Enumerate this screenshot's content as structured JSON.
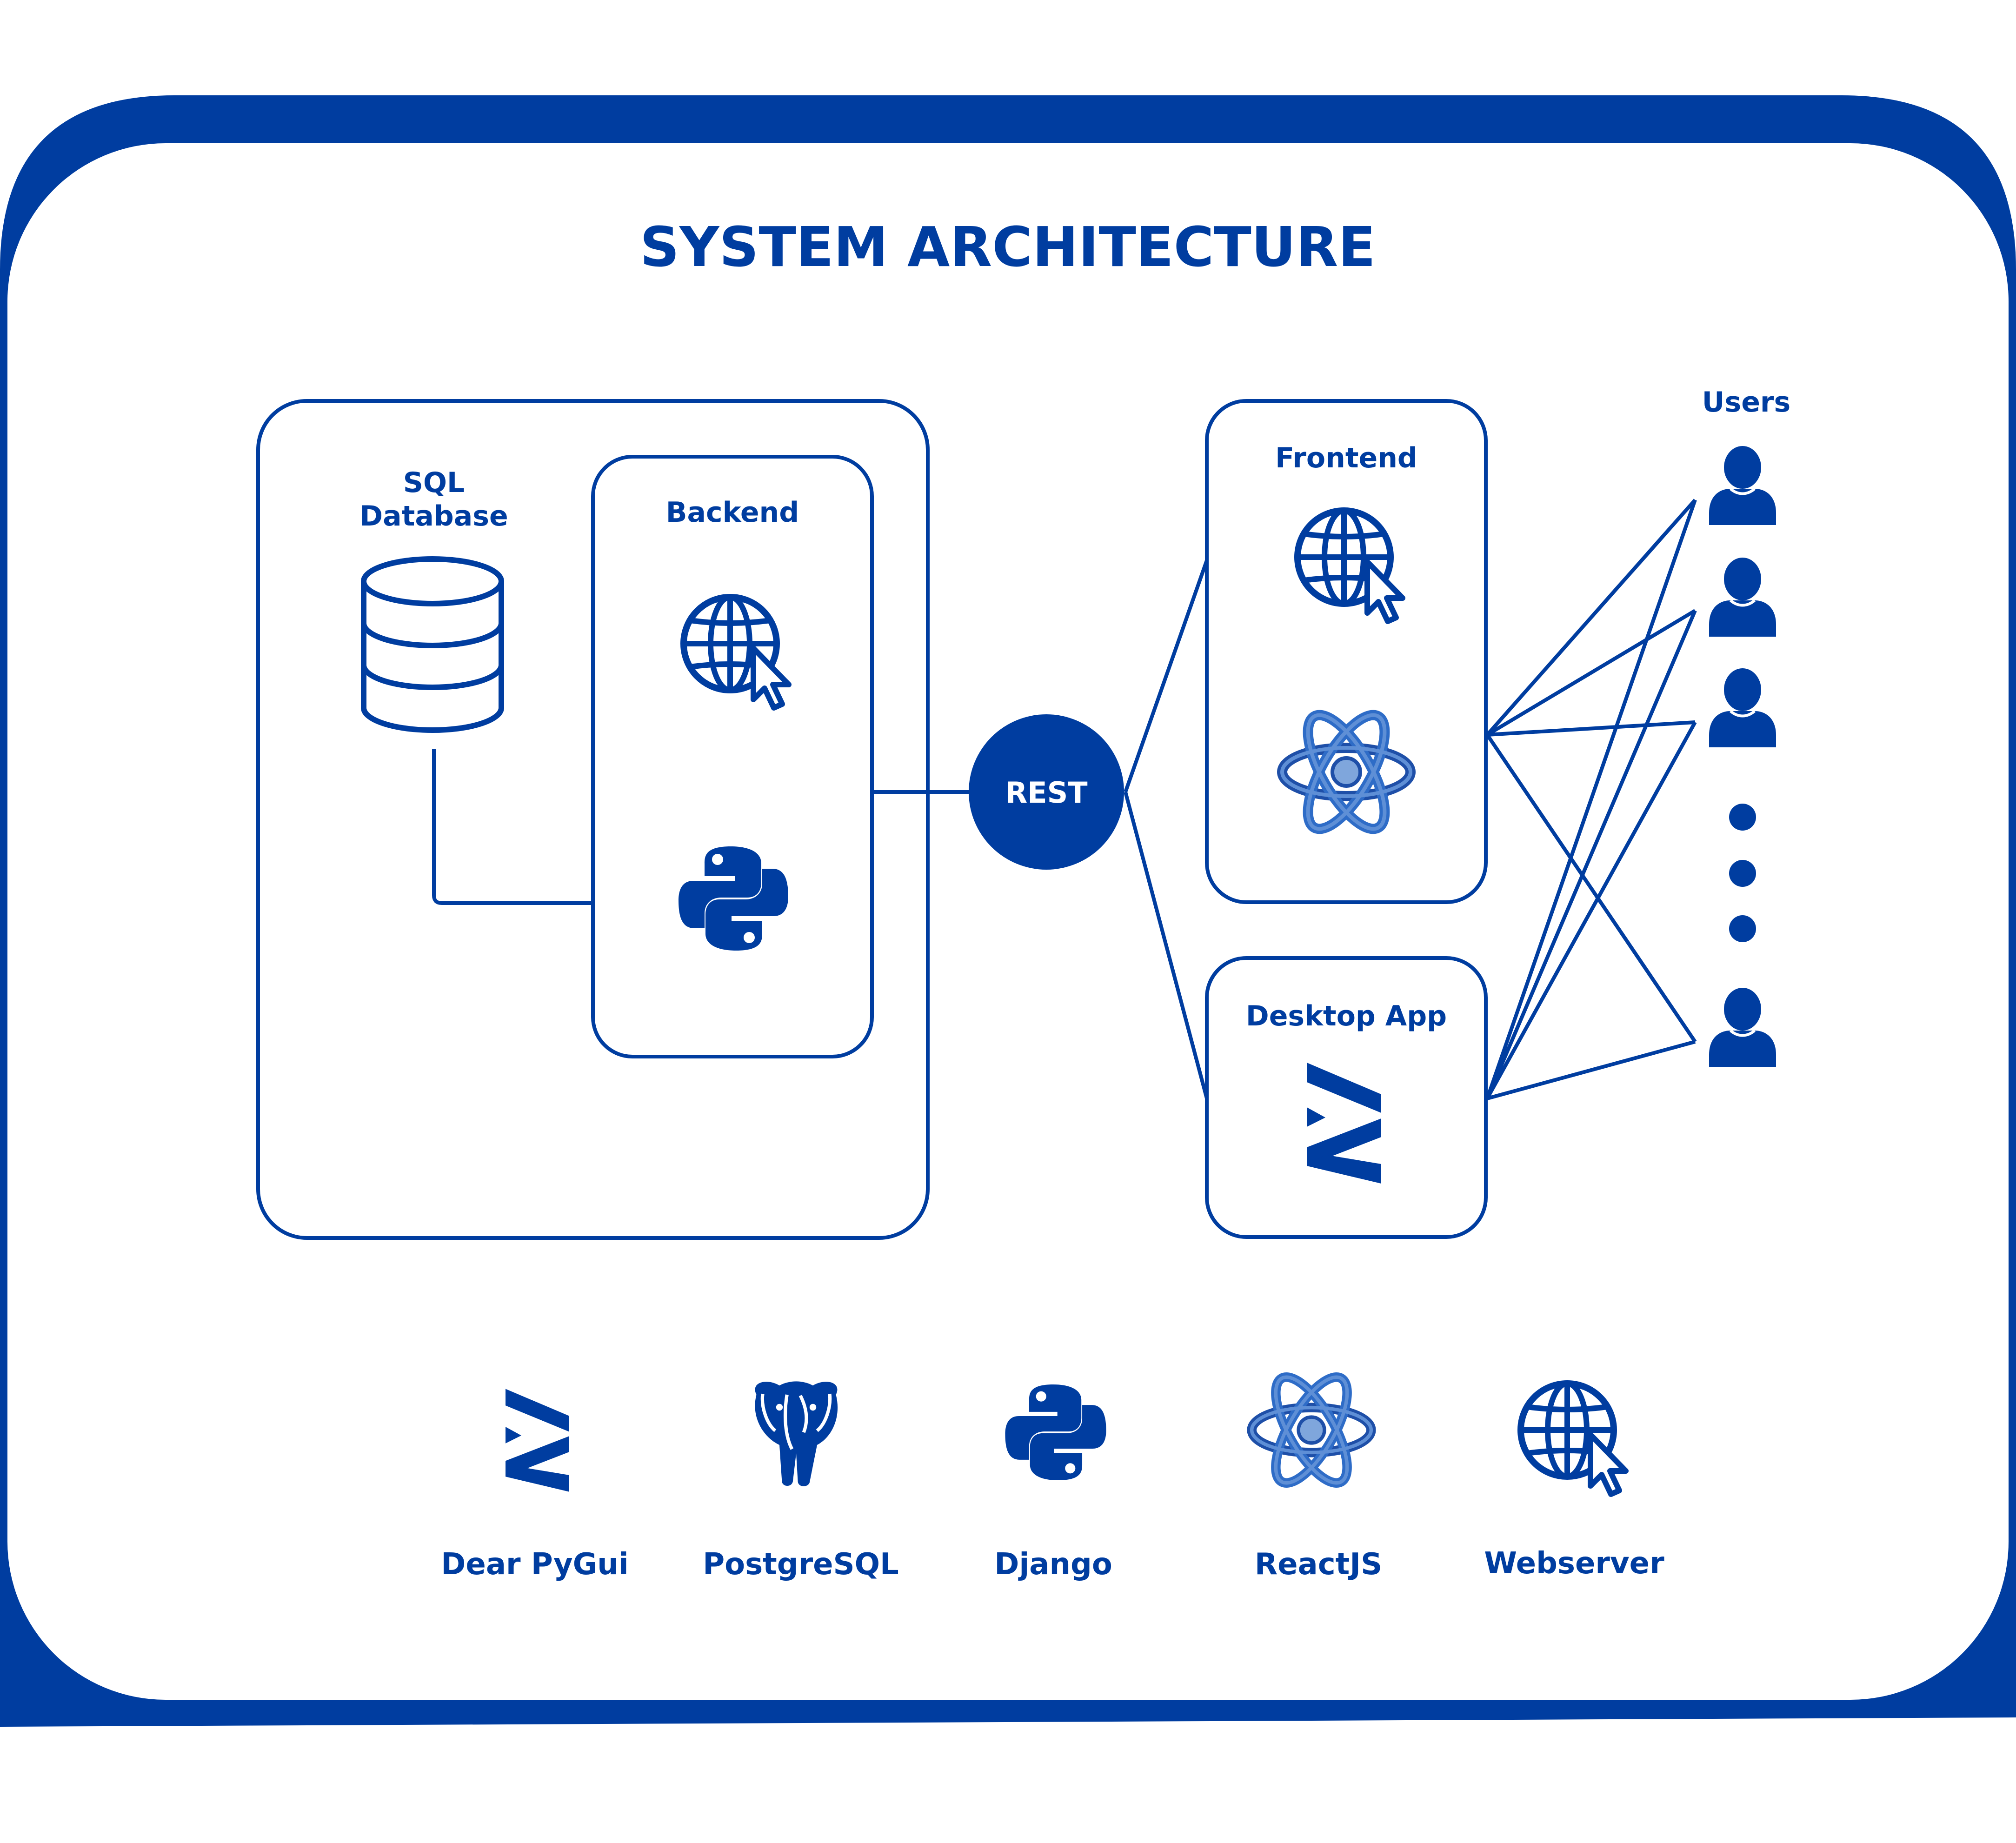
{
  "colors": {
    "brand": "#003DA0",
    "icon_fill": "#003DA0",
    "react_core": "#7FA6DC",
    "react_ring": "#2E6CC7",
    "background": "#FFFFFF",
    "rest_text": "#FFFFFF"
  },
  "title": "SYSTEM ARCHITECTURE",
  "nodes": {
    "sql_database_line1": "SQL",
    "sql_database_line2": "Database",
    "backend": "Backend",
    "rest": "REST",
    "frontend": "Frontend",
    "desktop_app": "Desktop App",
    "users": "Users"
  },
  "icons": {
    "database": "database-icon",
    "webserver": "globe-cursor-icon",
    "python": "python-icon",
    "react": "react-atom-icon",
    "dearpygui": "dearpygui-logo-icon",
    "postgresql": "postgresql-elephant-icon",
    "user": "user-icon",
    "ellipsis": "vertical-ellipsis-icon"
  },
  "legend": [
    {
      "label": "Dear PyGui",
      "icon": "dearpygui-logo-icon"
    },
    {
      "label": "PostgreSQL",
      "icon": "postgresql-elephant-icon"
    },
    {
      "label": "Django",
      "icon": "python-icon"
    },
    {
      "label": "ReactJS",
      "icon": "react-atom-icon"
    },
    {
      "label": "Webserver",
      "icon": "globe-cursor-icon"
    }
  ]
}
